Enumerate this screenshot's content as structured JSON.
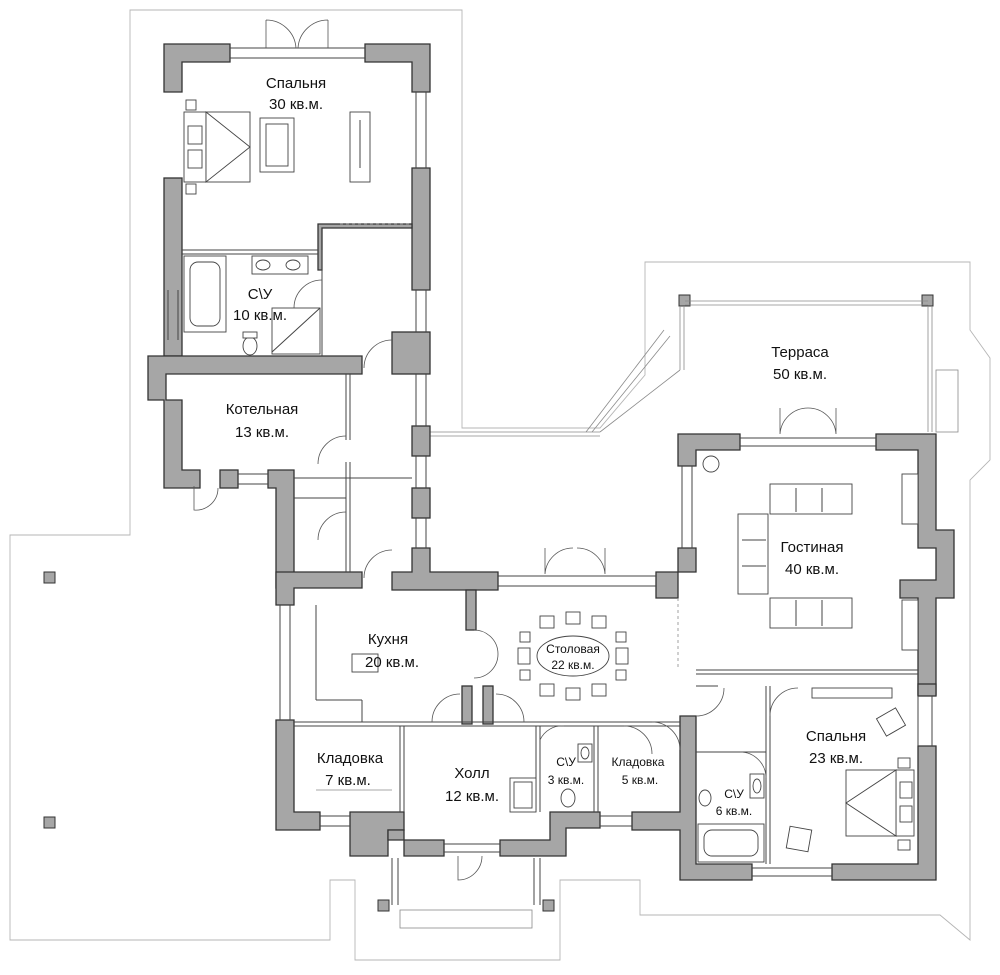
{
  "rooms": {
    "bedroom_north": {
      "name": "Спальня",
      "area": "30 кв.м."
    },
    "bath_north": {
      "name": "С\\У",
      "area": "10 кв.м."
    },
    "boiler": {
      "name": "Котельная",
      "area": "13 кв.м."
    },
    "terrace": {
      "name": "Терраса",
      "area": "50 кв.м."
    },
    "living": {
      "name": "Гостиная",
      "area": "40 кв.м."
    },
    "kitchen": {
      "name": "Кухня",
      "area": "20 кв.м."
    },
    "dining": {
      "name": "Столовая",
      "area": "22 кв.м."
    },
    "pantry_west": {
      "name": "Кладовка",
      "area": "7 кв.м."
    },
    "hall": {
      "name": "Холл",
      "area": "12 кв.м."
    },
    "wc_small": {
      "name": "С\\У",
      "area": "3 кв.м."
    },
    "pantry_east": {
      "name": "Кладовка",
      "area": "5 кв.м."
    },
    "bedroom_south": {
      "name": "Спальня",
      "area": "23 кв.м."
    },
    "bath_south": {
      "name": "С\\У",
      "area": "6 кв.м."
    }
  }
}
